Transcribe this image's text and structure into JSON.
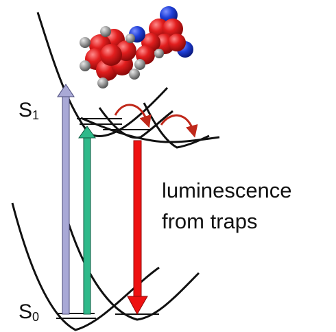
{
  "labels": {
    "s1_main": "S",
    "s1_sub": "1",
    "s0_main": "S",
    "s0_sub": "0",
    "caption_line1": "luminescence",
    "caption_line2": "from traps"
  },
  "colors": {
    "curve": "#111111",
    "excitation_arrow_high": "#a9a9d6",
    "excitation_arrow_low": "#2fb98a",
    "emission_arrow": "#ee1111",
    "transfer_arrows": "#c0281a",
    "atom_carbon": "#e21e1e",
    "atom_nitrogen": "#1f3fd8",
    "atom_hydrogen": "#9a9a9a"
  }
}
